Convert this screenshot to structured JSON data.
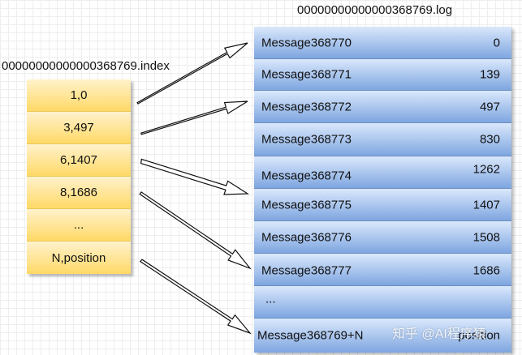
{
  "log_file": {
    "title": "00000000000000368769.log",
    "rows": [
      {
        "message": "Message368770",
        "position": "0"
      },
      {
        "message": "Message368771",
        "position": "139"
      },
      {
        "message": "Message368772",
        "position": "497"
      },
      {
        "message": "Message368773",
        "position": "830"
      },
      {
        "message": "Message368774",
        "position": "1262"
      },
      {
        "message": "Message368775",
        "position": "1407"
      },
      {
        "message": "Message368776",
        "position": "1508"
      },
      {
        "message": "Message368777",
        "position": "1686"
      },
      {
        "message": "...",
        "position": ""
      },
      {
        "message": "Message368769+N",
        "position": "position"
      }
    ]
  },
  "index_file": {
    "title": "00000000000000368769.index",
    "entries": [
      "1,0",
      "3,497",
      "6,1407",
      "8,1686",
      "...",
      "N,position"
    ]
  },
  "watermark": "知乎 @AI程序猿"
}
